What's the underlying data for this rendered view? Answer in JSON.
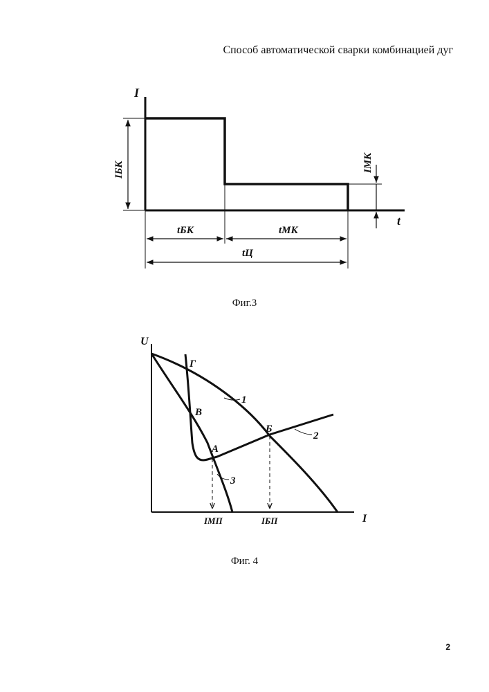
{
  "header": {
    "title": "Способ автоматической сварки  комбинацией дуг"
  },
  "fig3": {
    "caption": "Фиг.3",
    "y_axis_label": "I",
    "x_axis_label": "t",
    "dim_ibk": "IБК",
    "dim_imk": "IМК",
    "dim_tbk": "tБК",
    "dim_tmk": "tМК",
    "dim_tc": "tЦ"
  },
  "fig4": {
    "caption": "Фиг. 4",
    "y_axis_label": "U",
    "x_axis_label": "I",
    "point_g": "Г",
    "point_v": "В",
    "point_b": "Б",
    "point_a": "А",
    "curve_1": "1",
    "curve_2": "2",
    "curve_3": "3",
    "i_mp": "IМП",
    "i_bp": "IБП"
  },
  "page_number": "2"
}
